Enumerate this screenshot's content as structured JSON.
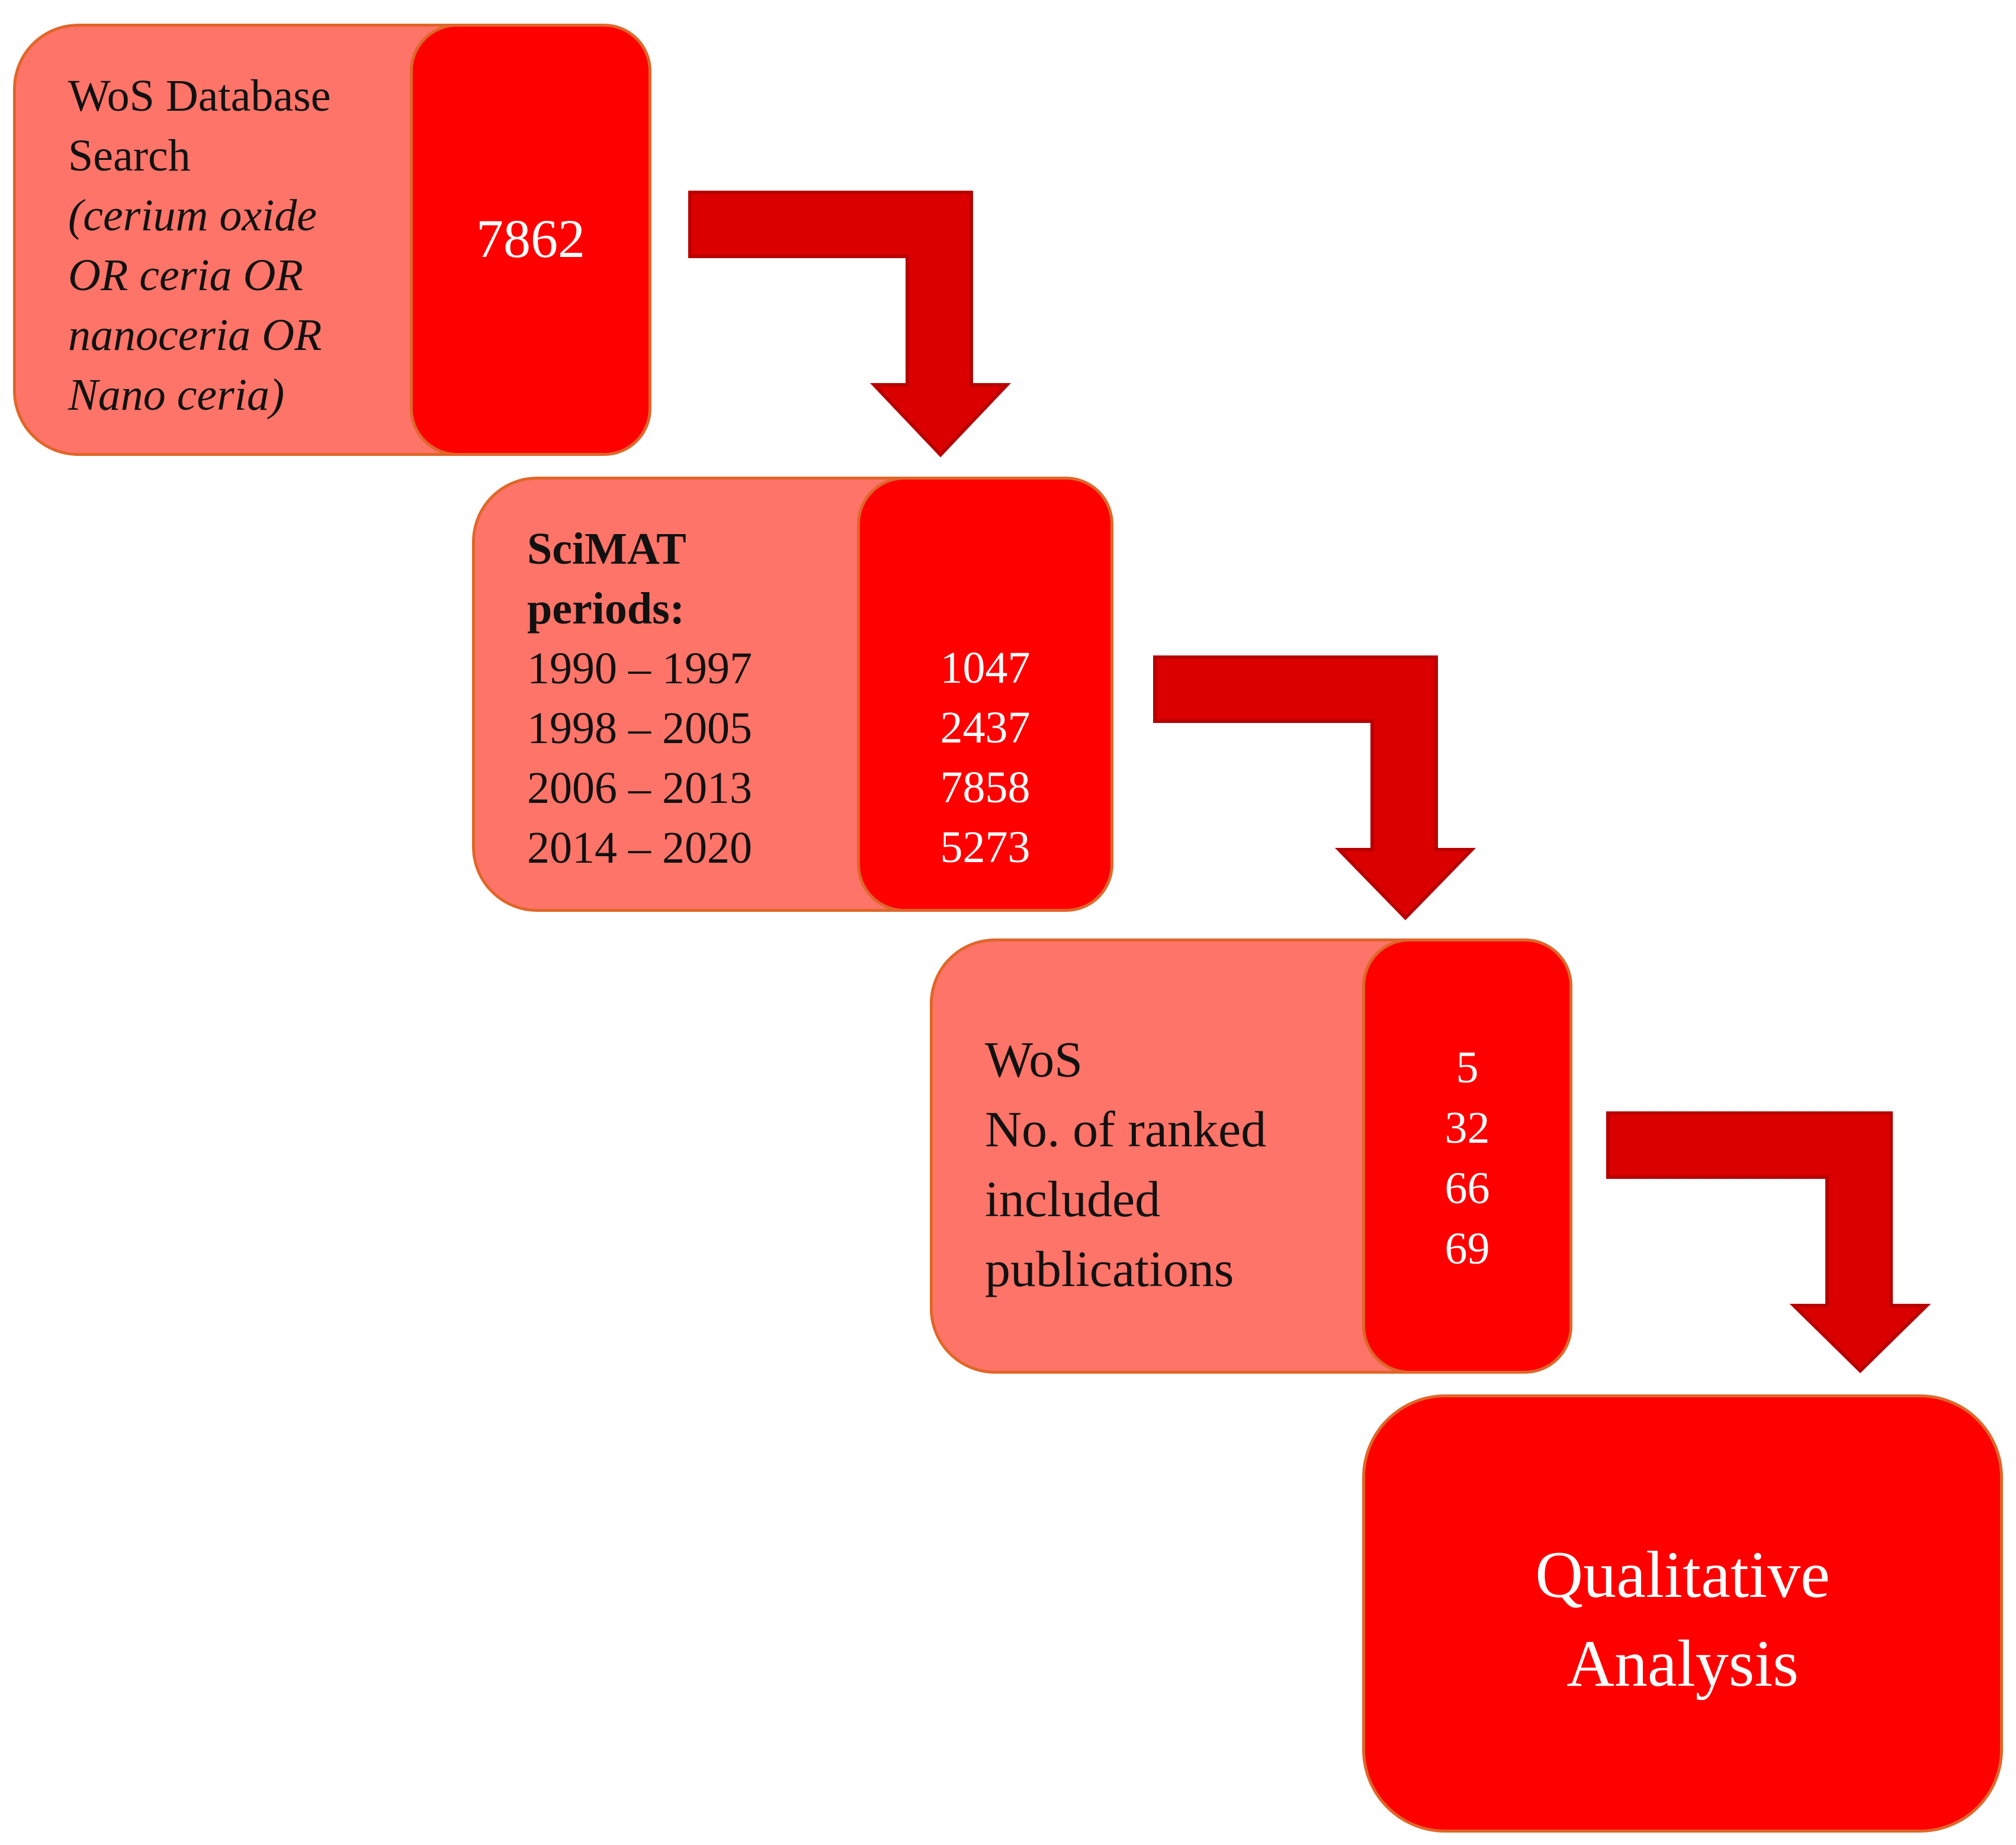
{
  "colors": {
    "panel_light": "#FF7468",
    "panel_dark": "#FE0000",
    "border": "#E0662A",
    "arrow": "#DB0000"
  },
  "steps": [
    {
      "lines": [
        "WoS Database",
        "Search",
        "(cerium oxide",
        "OR ceria OR",
        "nanoceria OR",
        "Nano ceria)"
      ],
      "count": "7862"
    },
    {
      "heading": [
        "SciMAT",
        "periods:"
      ],
      "periods": [
        "1990 – 1997",
        "1998 – 2005",
        "2006 – 2013",
        "2014 – 2020"
      ],
      "counts": [
        "1047",
        "2437",
        "7858",
        "5273"
      ]
    },
    {
      "lines": [
        "WoS",
        "No. of ranked",
        "included",
        "publications"
      ],
      "counts": [
        "5",
        "32",
        "66",
        "69"
      ]
    },
    {
      "lines": [
        "Qualitative",
        "Analysis"
      ]
    }
  ],
  "connectors": [
    "step1-to-step2",
    "step2-to-step3",
    "step3-to-step4"
  ]
}
